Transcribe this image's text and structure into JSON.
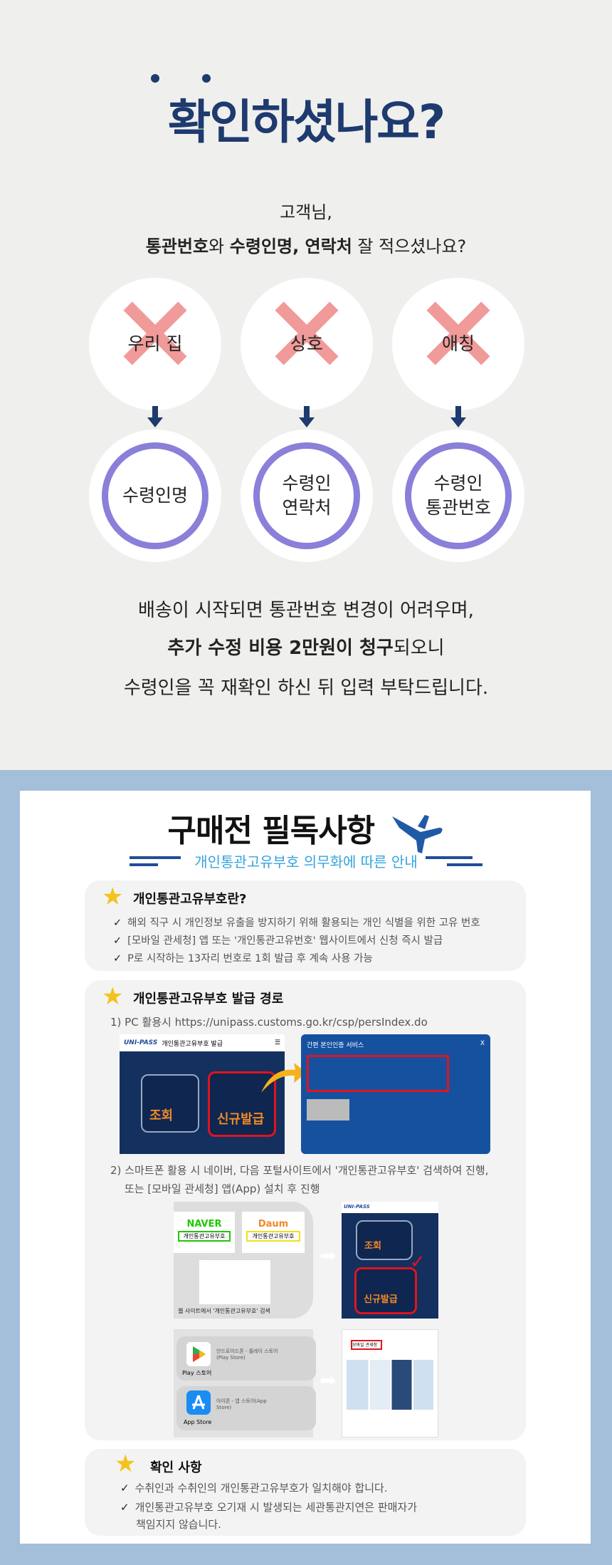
{
  "header": {
    "title_bold": "확인",
    "title_rest": "하셨나요?"
  },
  "intro": {
    "line1": "고객님,",
    "line2_b1": "통관번호",
    "line2_t1": "와 ",
    "line2_b2": "수령인명, 연락처",
    "line2_t2": " 잘 적으셨나요?"
  },
  "wrong": [
    {
      "label": "우리 집"
    },
    {
      "label": "상호"
    },
    {
      "label": "애칭"
    }
  ],
  "right": [
    {
      "label": "수령인명"
    },
    {
      "line1": "수령인",
      "line2": "연락처"
    },
    {
      "line1": "수령인",
      "line2": "통관번호"
    }
  ],
  "notice": {
    "line1": "배송이 시작되면 통관번호 변경이 어려우며,",
    "line2_b": "추가 수정 비용 2만원이 청구",
    "line2_t": "되오니",
    "line3": "수령인을 꼭 재확인 하신 뒤 입력 부탁드립니다."
  },
  "guide": {
    "title": "구매전 필독사항",
    "subtitle": "개인통관고유부호 의무화에 따른 안내",
    "what": {
      "heading": "개인통관고유부호란?",
      "items": [
        "해외 직구 시 개인정보 유출을 방지하기 위해 활용되는 개인 식별을 위한 고유 번호",
        "[모바일 관세청] 앱 또는 '개인통관고유번호' 웹사이트에서 신청 즉시 발급",
        "P로 시작하는 13자리 번호로 1회 발급 후 계속 사용 가능"
      ]
    },
    "how": {
      "heading": "개인통관고유부호 발급 경로",
      "step1": "1)  PC 활용시  https://unipass.customs.go.kr/csp/persIndex.do",
      "step2_l1": "2)  스마트폰 활용 시 네이버, 다음 포털사이트에서 '개인통관고유부호' 검색하여 진행,",
      "step2_l2": "또는 [모바일 관세청] 앱(App) 설치 후 진행",
      "unipass": {
        "logo": "UNI-PASS",
        "page_title": "개인통관고유부호 발급",
        "lookup": "조회",
        "new_issue": "신규발급",
        "auth_title": "간편 본인인증 서비스",
        "close": "X"
      },
      "portals": {
        "naver": "NAVER",
        "naver_query": "개인통관고유부호",
        "daum": "Daum",
        "daum_query": "개인통관고유부호",
        "search_caption": "웹 사이트에서 '개인통관고유부호' 검색"
      },
      "stores": {
        "play": "Play 스토어",
        "play_desc": "안드로이드폰 - 플레이 스토어(Play Store)",
        "app": "App Store",
        "app_desc": "아이폰 - 앱 스토어(App Store)",
        "search_text": "모바일 관세청"
      }
    },
    "check": {
      "heading": "확인 사항",
      "items": [
        "수취인과 수취인의 개인통관고유부호가 일치해야 합니다.",
        "개인통관고유부호 오기재 시 발생되는 세관통관지연은 판매자가"
      ],
      "item2_cont": "책임지지 않습니다."
    }
  },
  "colors": {
    "navy": "#1e3a6e",
    "ring": "#8a7fd9",
    "xmark": "#f09a9a",
    "accent_blue": "#35a3de",
    "frame": "#a3bfd9"
  }
}
